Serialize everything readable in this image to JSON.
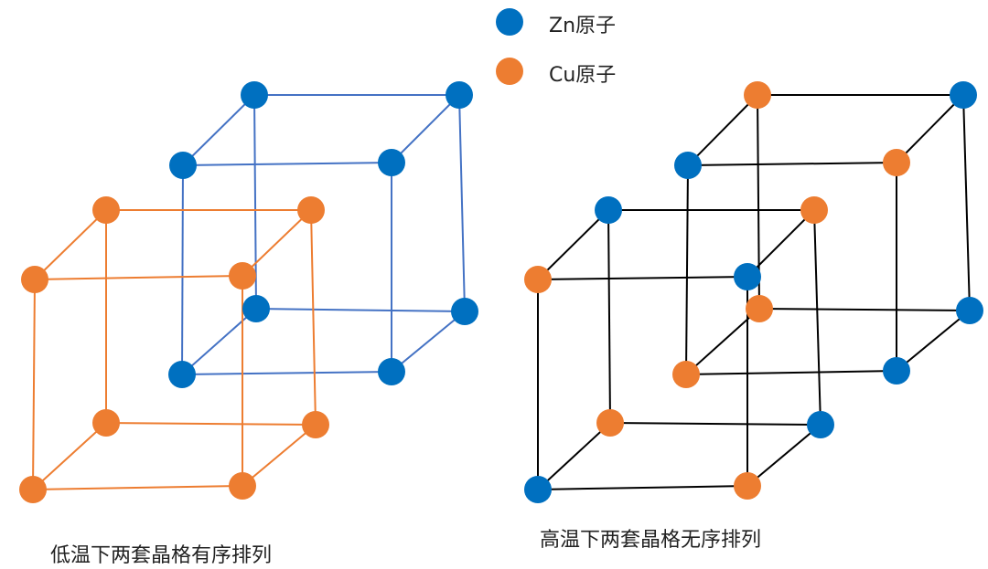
{
  "legend": [
    {
      "label": "Zn原子",
      "color": "#0070C0"
    },
    {
      "label": "Cu原子",
      "color": "#ED7D31"
    }
  ],
  "captions": {
    "left": "低温下两套晶格有序排列",
    "right": "高温下两套晶格无序排列"
  },
  "colors": {
    "zn": "#0070C0",
    "cu": "#ED7D31",
    "zn_lattice_line": "#4472C4",
    "cu_lattice_line": "#ED7D31",
    "disordered_line": "#000000"
  }
}
